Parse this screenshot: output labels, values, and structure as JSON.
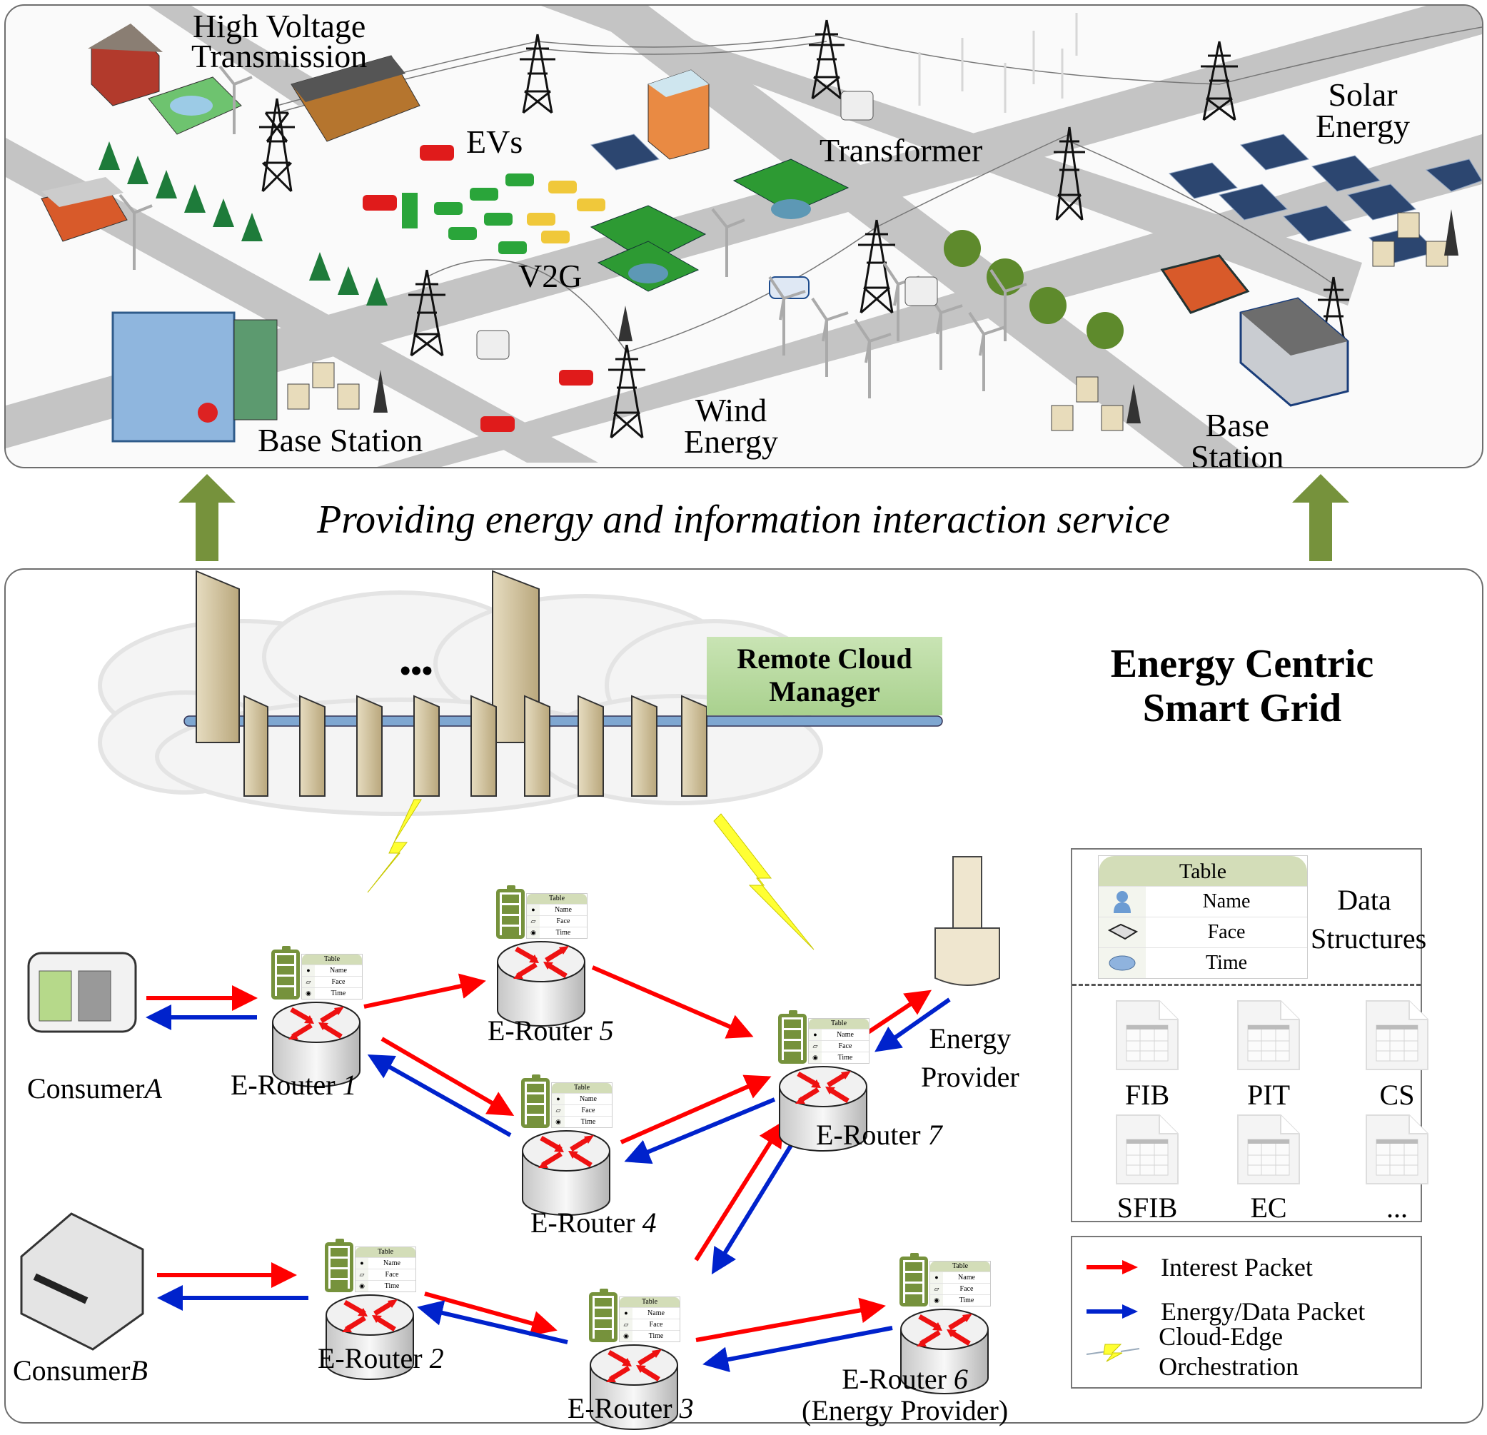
{
  "top_illustration": {
    "labels": {
      "high_voltage": [
        "High Voltage",
        "Transmission"
      ],
      "evs": "EVs",
      "transformer": "Transformer",
      "solar": [
        "Solar",
        "Energy"
      ],
      "v2g": "V2G",
      "wind": [
        "Wind",
        "Energy"
      ],
      "base_station_left": "Base Station",
      "base_station_right": [
        "Base",
        "Station"
      ]
    },
    "icons": [
      "transmission-tower-icon",
      "wind-turbine-icon",
      "solar-panel-icon",
      "electric-car-icon",
      "charging-station-icon",
      "transformer-icon",
      "base-station-antenna-icon",
      "server-icon",
      "building-icon",
      "tree-icon",
      "bus-icon",
      "park-icon"
    ]
  },
  "service_arrow_text": "Providing energy and information interaction service",
  "colors": {
    "interest_packet": "#ff0000",
    "energy_data_packet": "#0022cc",
    "orchestration": "#ffff33",
    "battery_green": "#76923c",
    "service_arrow": "#76923c",
    "cloud_manager_bg": "#b7dba0",
    "road_gray": "#c4c4c4"
  },
  "cloud": {
    "ellipsis": "•••",
    "manager_label": [
      "Remote Cloud",
      "Manager"
    ]
  },
  "title": [
    "Energy Centric",
    "Smart Grid"
  ],
  "router_table": {
    "header": "Table",
    "rows": [
      "Name",
      "Face",
      "Time"
    ]
  },
  "nodes": {
    "consumer_a": {
      "prefix": "Consumer",
      "suffix": "A"
    },
    "consumer_b": {
      "prefix": "Consumer",
      "suffix": "B"
    },
    "router1": {
      "prefix": "E-Router ",
      "num": "1"
    },
    "router2": {
      "prefix": "E-Router ",
      "num": "2"
    },
    "router3": {
      "prefix": "E-Router ",
      "num": "3"
    },
    "router4": {
      "prefix": "E-Router ",
      "num": "4"
    },
    "router5": {
      "prefix": "E-Router ",
      "num": "5"
    },
    "router6": {
      "prefix": "E-Router ",
      "num": "6",
      "sub": "(Energy Provider)"
    },
    "router7": {
      "prefix": "E-Router ",
      "num": "7"
    },
    "energy_provider": [
      "Energy",
      "Provider"
    ]
  },
  "links": [
    {
      "from": "consumer_a",
      "to": "router1",
      "interest": true,
      "energy": true
    },
    {
      "from": "router1",
      "to": "router5",
      "interest": true,
      "energy": false
    },
    {
      "from": "router5",
      "to": "router7",
      "interest": true,
      "energy": false
    },
    {
      "from": "router1",
      "to": "router4",
      "interest": true,
      "energy": true
    },
    {
      "from": "router4",
      "to": "router7",
      "interest": true,
      "energy": true
    },
    {
      "from": "router7",
      "to": "energy_provider",
      "interest": true,
      "energy": true
    },
    {
      "from": "consumer_b",
      "to": "router2",
      "interest": true,
      "energy": true
    },
    {
      "from": "router2",
      "to": "router3",
      "interest": true,
      "energy": true
    },
    {
      "from": "router3",
      "to": "router7",
      "interest": true,
      "energy": true
    },
    {
      "from": "router3",
      "to": "router6",
      "interest": true,
      "energy": true
    }
  ],
  "data_structures": {
    "title": [
      "Data",
      "Structures"
    ],
    "table_header": "Table",
    "table_rows": [
      {
        "icon": "user-icon",
        "label": "Name"
      },
      {
        "icon": "switch-face-icon",
        "label": "Face"
      },
      {
        "icon": "clock-disc-icon",
        "label": "Time"
      }
    ],
    "files": [
      "FIB",
      "PIT",
      "CS",
      "SFIB",
      "EC",
      "..."
    ]
  },
  "legend": [
    {
      "icon": "red-arrow",
      "label": "Interest Packet"
    },
    {
      "icon": "blue-arrow",
      "label": "Energy/Data Packet"
    },
    {
      "icon": "lightning-bolt",
      "label": "Cloud-Edge Orchestration"
    }
  ]
}
